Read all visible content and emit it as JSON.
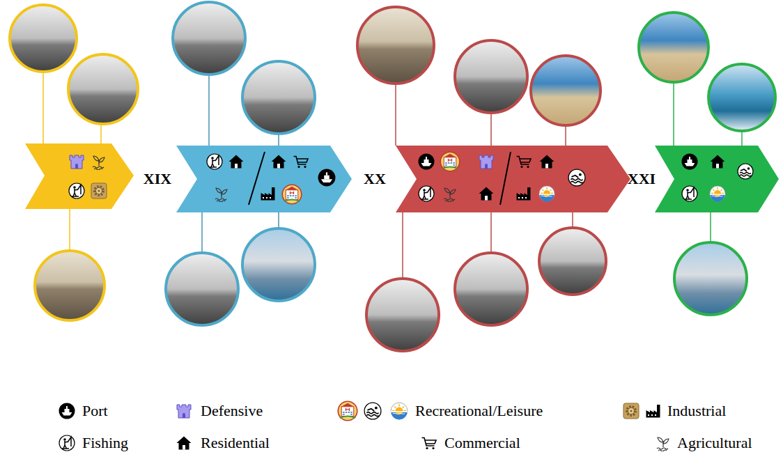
{
  "diagram": {
    "labels": [
      "XIX",
      "XX",
      "XXI"
    ],
    "legend": [
      {
        "text": "Port"
      },
      {
        "text": "Defensive"
      },
      {
        "text": "Recreational/Leisure"
      },
      {
        "text": "Industrial"
      },
      {
        "text": "Fishing"
      },
      {
        "text": "Residential"
      },
      {
        "text": "Commercial"
      },
      {
        "text": "Agricultural"
      }
    ]
  }
}
